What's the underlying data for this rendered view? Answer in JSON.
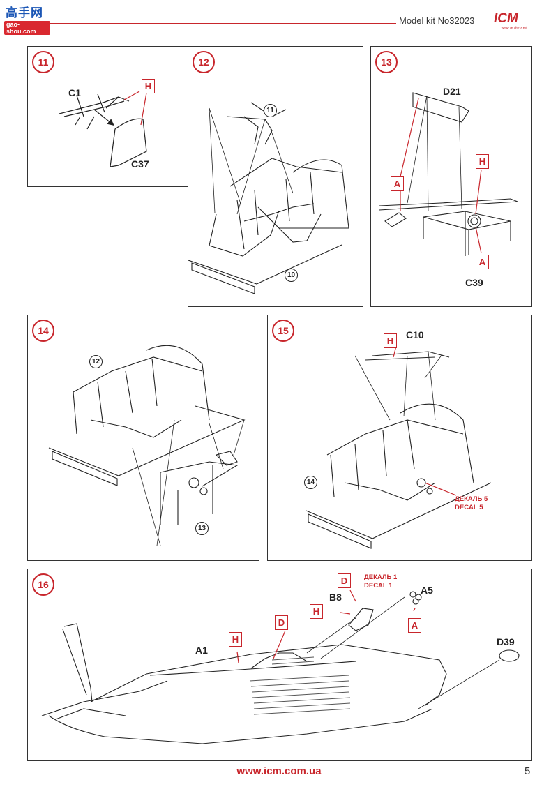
{
  "header": {
    "site_logo_cn": "高手网",
    "site_logo_en": "gao-shou.com",
    "kit_label": "Model kit No32023",
    "brand": "ICM",
    "brand_slogan": "Wow in the End"
  },
  "steps": [
    {
      "num": "11",
      "labels": [
        "C1",
        "C37"
      ],
      "markers": [
        "H"
      ]
    },
    {
      "num": "12",
      "refs": [
        "11",
        "10"
      ]
    },
    {
      "num": "13",
      "labels": [
        "D21",
        "C39"
      ],
      "markers": [
        "H",
        "A",
        "A"
      ]
    },
    {
      "num": "14",
      "refs": [
        "12",
        "13"
      ]
    },
    {
      "num": "15",
      "labels": [
        "C10"
      ],
      "markers": [
        "H"
      ],
      "refs": [
        "14"
      ],
      "decal": [
        "ДЕКАЛЬ 5",
        "DECAL 5"
      ]
    },
    {
      "num": "16",
      "labels": [
        "B8",
        "A5",
        "A1",
        "D39"
      ],
      "markers": [
        "D",
        "H",
        "D",
        "H",
        "A"
      ],
      "decal": [
        "ДЕКАЛЬ 1",
        "DECAL 1"
      ]
    }
  ],
  "footer": {
    "url": "www.icm.com.ua",
    "page": "5"
  },
  "colors": {
    "accent": "#c8262c",
    "line": "#222222"
  }
}
